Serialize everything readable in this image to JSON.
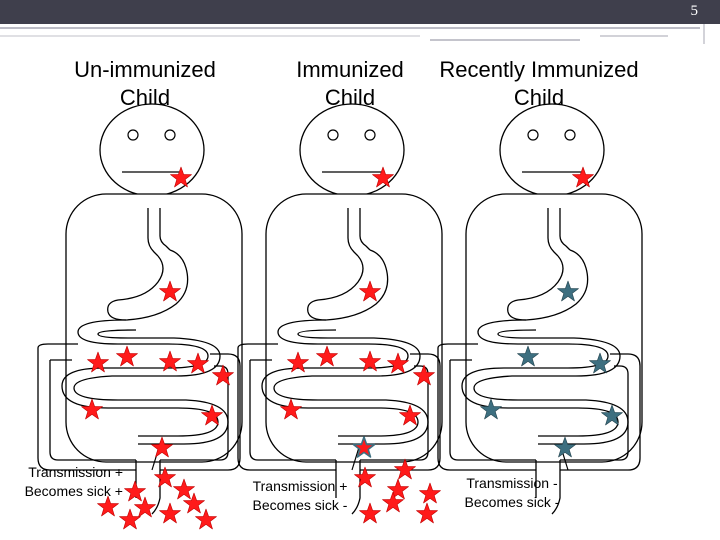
{
  "slide": {
    "page_number": "5"
  },
  "panels": [
    {
      "title_line1": "Un-immunized",
      "title_line2": "Child",
      "transmission_text": "Transmission +",
      "sick_text": "Becomes sick +"
    },
    {
      "title_line1": "Immunized",
      "title_line2": "Child",
      "transmission_text": "Transmission +",
      "sick_text": "Becomes sick -"
    },
    {
      "title_line1": "Recently Immunized",
      "title_line2": "Child",
      "transmission_text": "Transmission -",
      "sick_text": "Becomes sick -"
    }
  ],
  "colors": {
    "header_bar": "#3f3f4c",
    "active_virus": "#ff1a1a",
    "neutralized_virus": "#3d6f80",
    "outline": "#000000"
  },
  "icons": {
    "virus": "star-icon",
    "face": "face-icon",
    "gut": "intestine-icon"
  }
}
